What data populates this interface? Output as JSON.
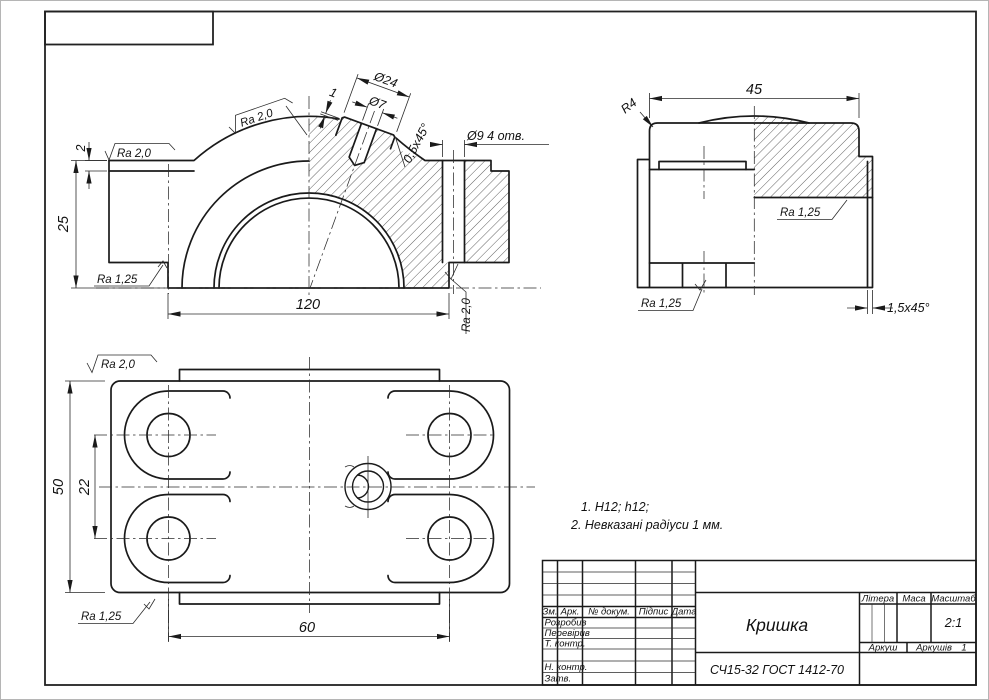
{
  "v1": {
    "flag_pad": "Ra 2,0",
    "flag_dome": "Ra 2,0",
    "dim_2": "2",
    "dim_25": "25",
    "dim_120": "120",
    "dim_d24": "Ø24",
    "dim_d7": "Ø7",
    "dim_1": "1",
    "chamfer": "0,5x45°",
    "holes_note": "Ø9 4 отв.",
    "ra_step": "Ra 2,0",
    "ra_bottom": "Ra 1,25"
  },
  "v2": {
    "dim_45": "45",
    "radius": "R4",
    "ra_mid": "Ra 1,25",
    "ra_bottom": "Ra 1,25",
    "chamfer": "1,5x45°"
  },
  "v3": {
    "flag": "Ra 2,0",
    "dim_50": "50",
    "dim_22": "22",
    "dim_60": "60",
    "ra_bottom": "Ra 1,25"
  },
  "notes": {
    "line1": "1. H12; h12;",
    "line2": "2. Невказані радіуси 1 мм."
  },
  "title_block": {
    "part_name": "Кришка",
    "material": "СЧ15-32 ГОСТ 1412-70",
    "scale_value": "2:1",
    "col_zm": "Зм.",
    "col_ark": "Арк.",
    "col_doc": "№ докум.",
    "col_sign": "Підпис",
    "col_date": "Дата",
    "row_developed": "Розробив",
    "row_checked": "Перевірив",
    "row_tcontrol": "Т. контр.",
    "row_ncontrol": "Н. контр.",
    "row_approved": "Затв.",
    "hdr_letter": "Літера",
    "hdr_mass": "Маса",
    "hdr_scale": "Масштаб",
    "hdr_sheet": "Аркуш",
    "hdr_sheets": "Аркушів",
    "sheets_value": "1"
  }
}
